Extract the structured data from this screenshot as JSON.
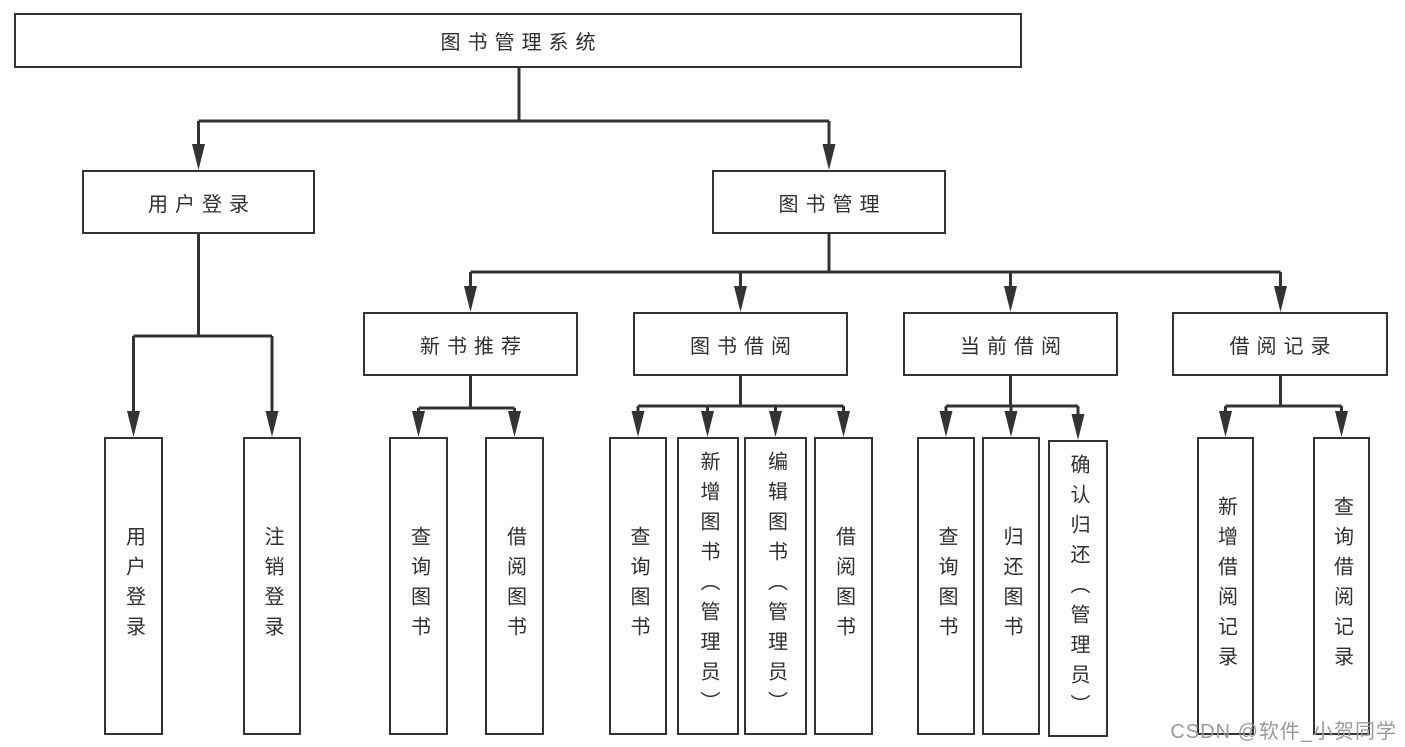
{
  "tree": {
    "root": {
      "label": "图书管理系统"
    },
    "branches": [
      {
        "label": "用户登录",
        "leaves": [
          {
            "label": "用户登录"
          },
          {
            "label": "注销登录"
          }
        ]
      },
      {
        "label": "图书管理",
        "groups": [
          {
            "label": "新书推荐",
            "leaves": [
              {
                "label": "查询图书"
              },
              {
                "label": "借阅图书"
              }
            ]
          },
          {
            "label": "图书借阅",
            "leaves": [
              {
                "label": "查询图书"
              },
              {
                "label": "新增图书（管理员）"
              },
              {
                "label": "编辑图书（管理员）"
              },
              {
                "label": "借阅图书"
              }
            ]
          },
          {
            "label": "当前借阅",
            "leaves": [
              {
                "label": "查询图书"
              },
              {
                "label": "归还图书"
              },
              {
                "label": "确认归还（管理员）"
              }
            ]
          },
          {
            "label": "借阅记录",
            "leaves": [
              {
                "label": "新增借阅记录"
              },
              {
                "label": "查询借阅记录"
              }
            ]
          }
        ]
      }
    ]
  },
  "watermark": {
    "text": "CSDN @软件_小贺同学"
  },
  "colors": {
    "line": "#333333",
    "text": "#2f2f2f",
    "box_background": "#ffffff",
    "page_background": "#ffffff",
    "watermark": "#9a9a9a"
  }
}
